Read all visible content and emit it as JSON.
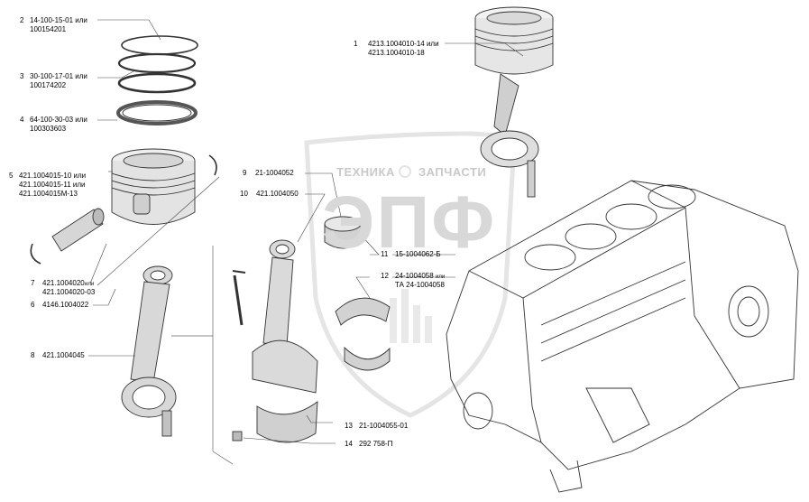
{
  "watermark": {
    "line1_left": "ТЕХНИКА",
    "line1_right": "ЗАПЧАСТИ",
    "big": "ЭПФ",
    "gear_icon": "gear-icon"
  },
  "parts": [
    {
      "num": "1",
      "code1": "4213.1004010-14 или",
      "code2": "4213.1004010-18"
    },
    {
      "num": "2",
      "code1": "14-100-15-01 или",
      "code2": "100154201"
    },
    {
      "num": "3",
      "code1": "30-100-17-01 или",
      "code2": "100174202"
    },
    {
      "num": "4",
      "code1": "64-100-30-03 или",
      "code2": "100303603"
    },
    {
      "num": "5",
      "code1": "421.1004015-10 или",
      "code2": "421.1004015-11 или",
      "code3": "421.1004015М-13"
    },
    {
      "num": "6",
      "code1": "4146.1004022"
    },
    {
      "num": "7",
      "code1": "421.1004020",
      "code1_suffix": "или",
      "code2": "421.1004020-03"
    },
    {
      "num": "8",
      "code1": "421.1004045"
    },
    {
      "num": "9",
      "code1": "21-1004052"
    },
    {
      "num": "10",
      "code1": "421.1004050"
    },
    {
      "num": "11",
      "code1": "15-1004062-Б"
    },
    {
      "num": "12",
      "code1": "24-1004058",
      "code1_suffix": "или",
      "code2": "ТА 24-1004058"
    },
    {
      "num": "13",
      "code1": "21-1004055-01"
    },
    {
      "num": "14",
      "code1": "292 758-П"
    }
  ]
}
